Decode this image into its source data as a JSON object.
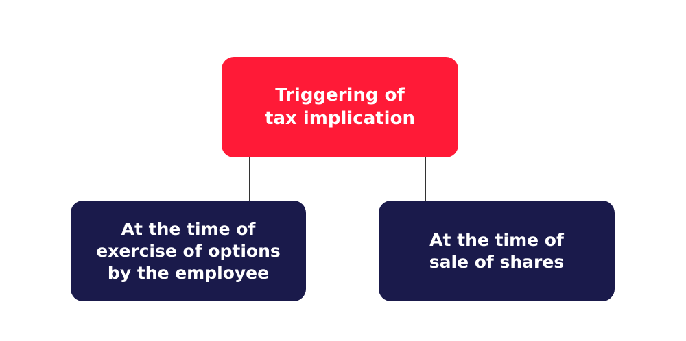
{
  "diagram": {
    "root": {
      "label": "Triggering of\ntax implication",
      "color": "#ff1a37"
    },
    "children": [
      {
        "label": "At the time of\nexercise of options\nby the employee",
        "color": "#1a1a4b"
      },
      {
        "label": "At the time of\nsale of shares",
        "color": "#1a1a4b"
      }
    ],
    "connector_color": "#333333"
  }
}
